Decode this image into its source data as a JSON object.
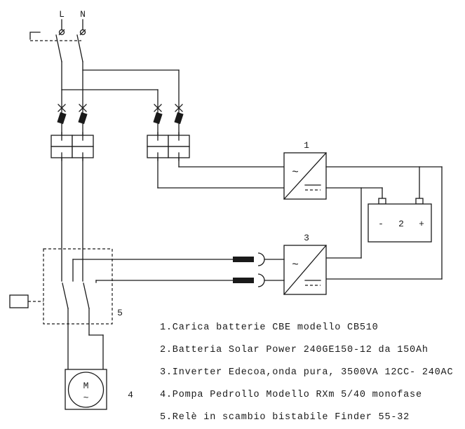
{
  "diagram": {
    "ink_color": "#1a1a1a",
    "background_color": "#ffffff",
    "supply": {
      "line_label": "L",
      "neutral_label": "N"
    },
    "components": {
      "charger": {
        "ref": "1",
        "ac_symbol": "~"
      },
      "battery": {
        "ref": "2",
        "minus_label": "-",
        "plus_label": "+"
      },
      "inverter": {
        "ref": "3",
        "ac_symbol": "~"
      },
      "pump": {
        "ref": "4",
        "motor_letter": "M",
        "ac_symbol": "~"
      },
      "relay": {
        "ref": "5"
      }
    },
    "legend": {
      "items": [
        "1.Carica batterie CBE modello CB510",
        "2.Batteria Solar Power 240GE150-12 da 150Ah",
        "3.Inverter Edecoa,onda pura, 3500VA 12CC- 240AC",
        "4.Pompa Pedrollo Modello RXm 5/40 monofase",
        "5.Relè in scambio bistabile Finder 55-32"
      ]
    }
  }
}
